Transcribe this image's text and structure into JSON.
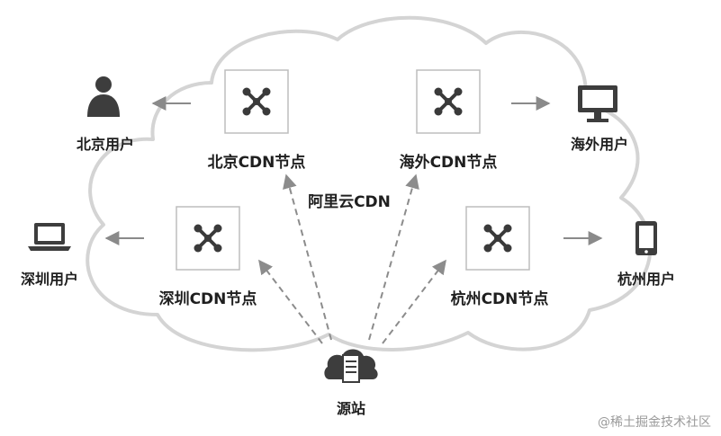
{
  "cloud_label": "阿里云CDN",
  "nodes": {
    "beijing": "北京CDN节点",
    "overseas": "海外CDN节点",
    "shenzhen": "深圳CDN节点",
    "hangzhou": "杭州CDN节点"
  },
  "users": {
    "beijing": {
      "label": "北京用户",
      "icon": "person-icon"
    },
    "overseas": {
      "label": "海外用户",
      "icon": "monitor-icon"
    },
    "shenzhen": {
      "label": "深圳用户",
      "icon": "laptop-icon"
    },
    "hangzhou": {
      "label": "杭州用户",
      "icon": "tablet-icon"
    }
  },
  "origin": {
    "label": "源站",
    "icon": "server-cloud-icon"
  },
  "watermark": "@稀土掘金技术社区",
  "colors": {
    "cloud_stroke": "#d4d4d4",
    "node_border": "#bdbdbd",
    "node_icon": "#3a3a3a",
    "arrow": "#8a8a8a",
    "dashed_arrow": "#8c8c8c",
    "icon_dark": "#3d3d3d"
  }
}
